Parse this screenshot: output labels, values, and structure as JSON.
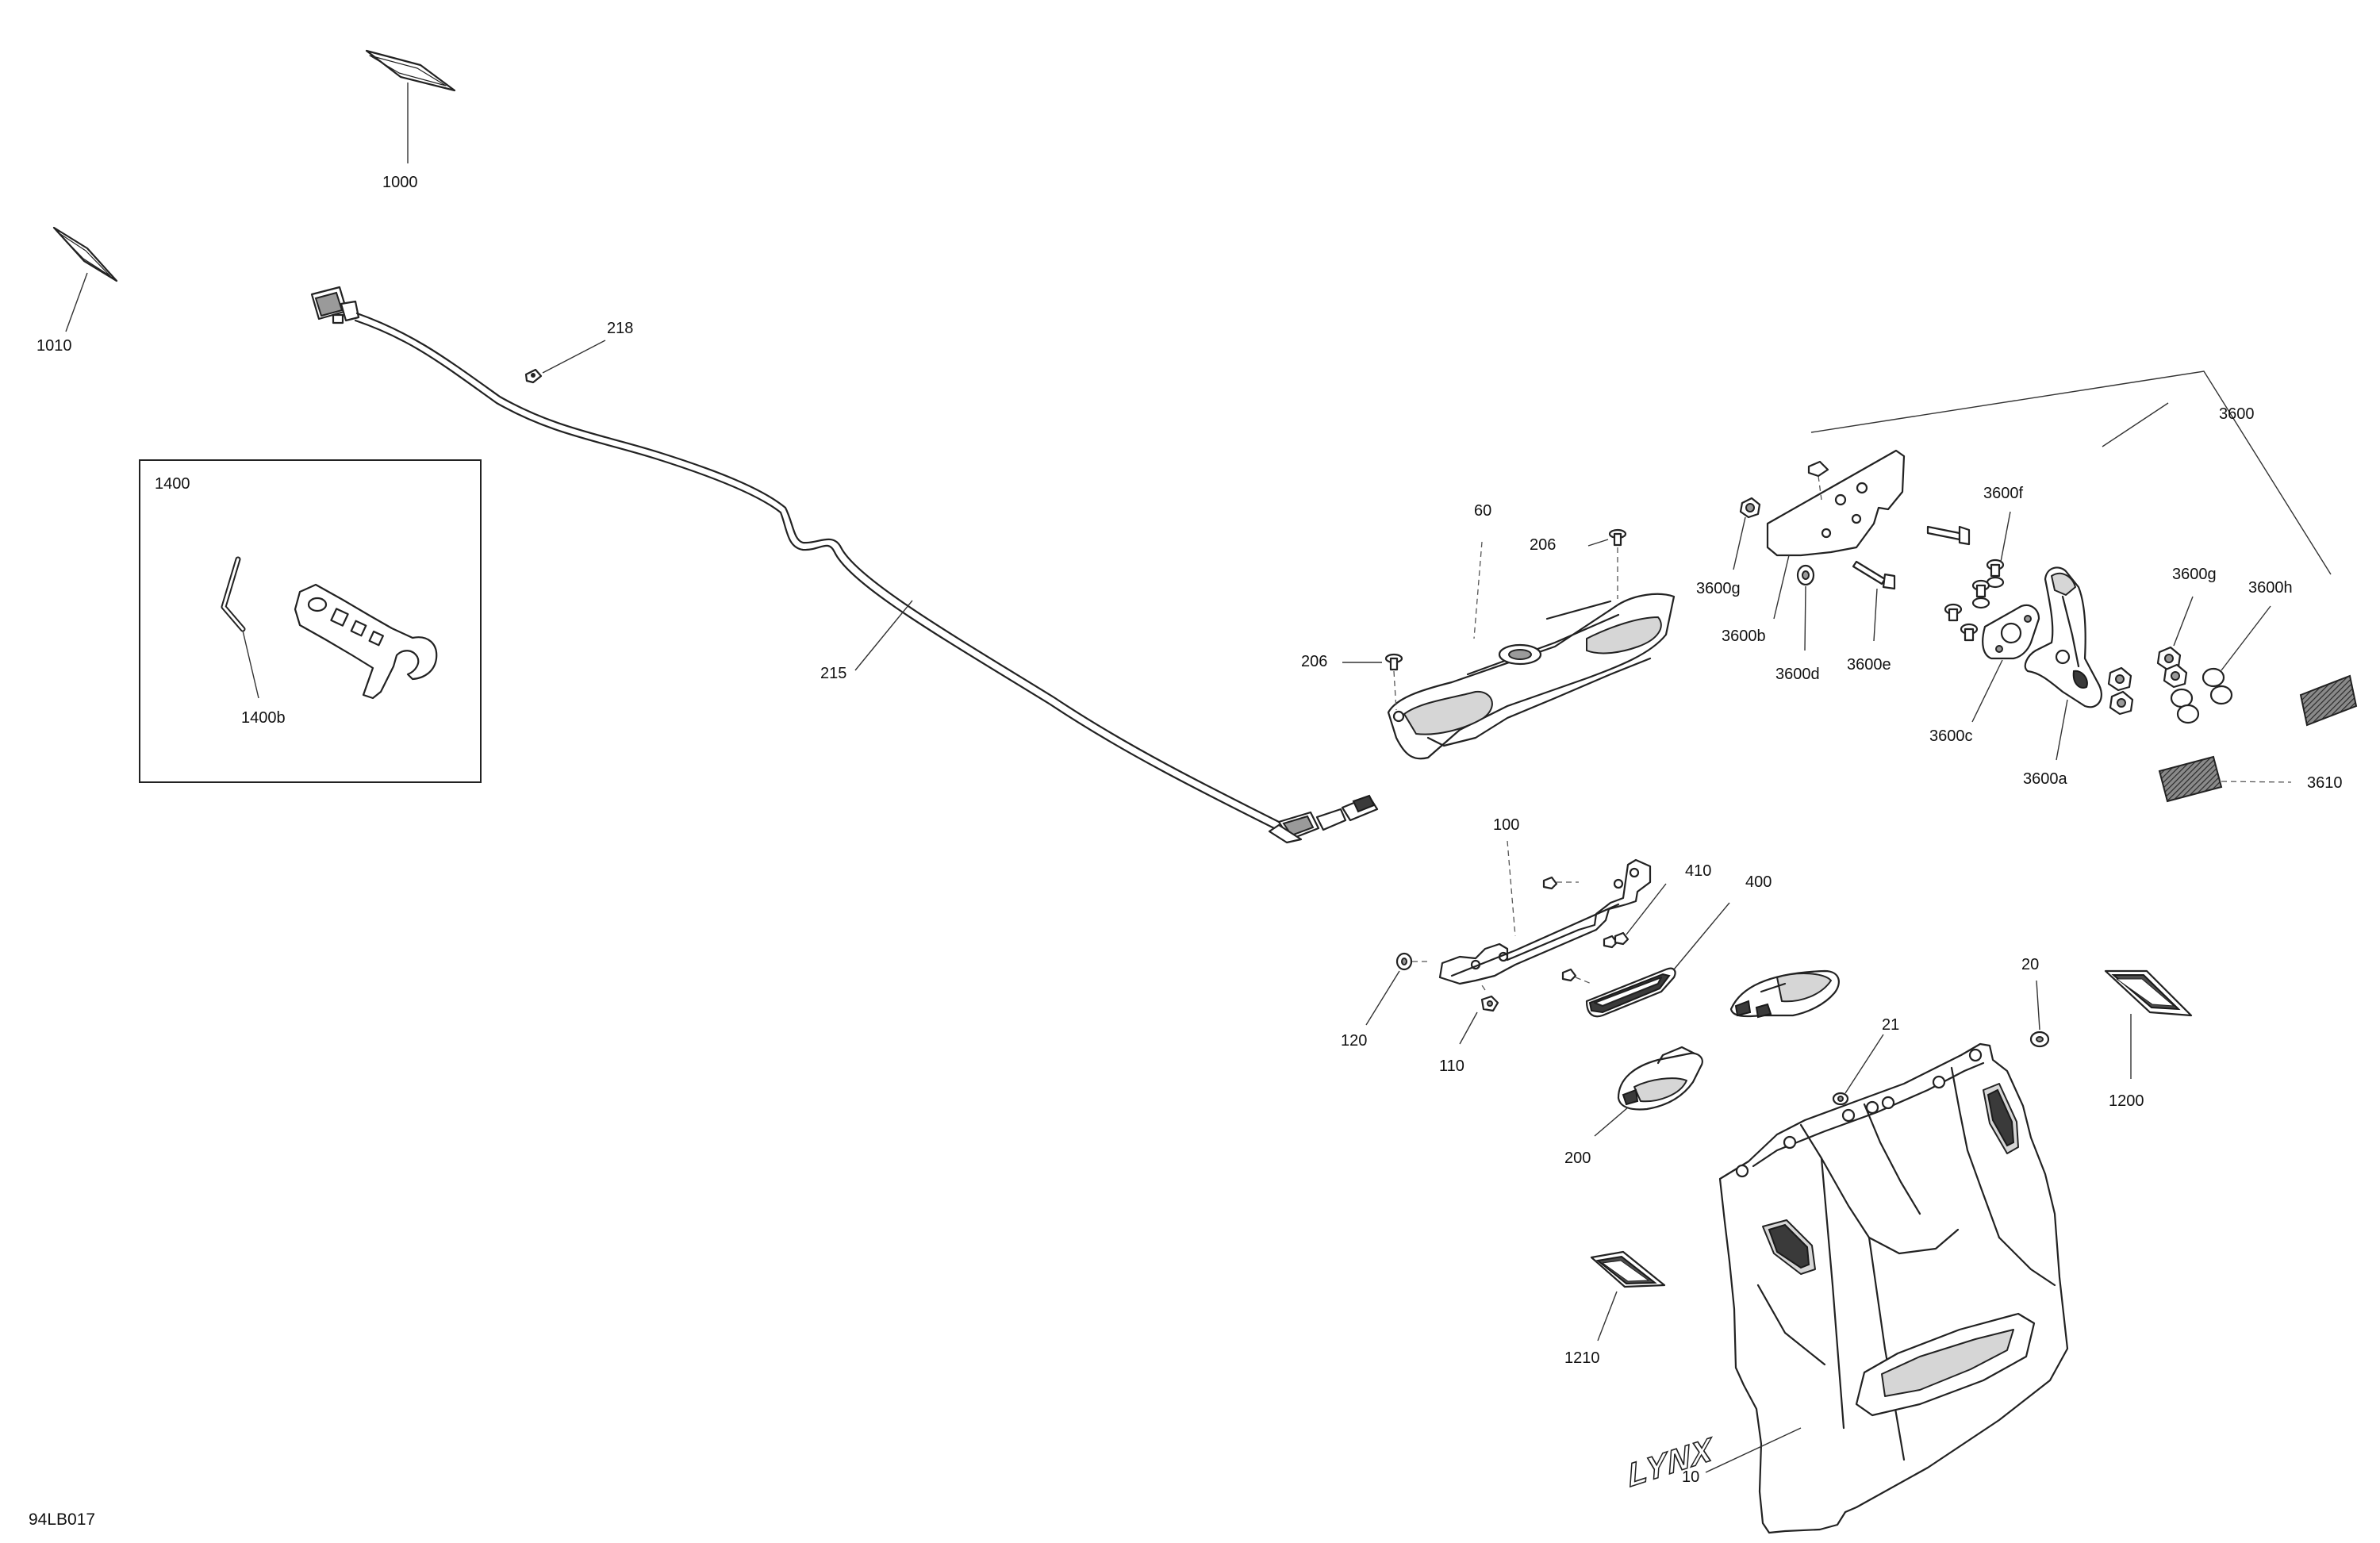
{
  "diagram_id": "94LB017",
  "callouts": {
    "c1000": "1000",
    "c1010": "1010",
    "c218": "218",
    "c1400": "1400",
    "c1400b": "1400b",
    "c215": "215",
    "c60": "60",
    "c206a": "206",
    "c206b": "206",
    "c3600": "3600",
    "c3600f": "3600f",
    "c3600g_left": "3600g",
    "c3600g_right": "3600g",
    "c3600h": "3600h",
    "c3600b": "3600b",
    "c3600d": "3600d",
    "c3600e": "3600e",
    "c3600c": "3600c",
    "c3600a": "3600a",
    "c3610": "3610",
    "c100": "100",
    "c410": "410",
    "c400": "400",
    "c120": "120",
    "c110": "110",
    "c20": "20",
    "c21": "21",
    "c200": "200",
    "c1200": "1200",
    "c1210": "1210",
    "c10": "10"
  },
  "logo_text": "LYNX"
}
